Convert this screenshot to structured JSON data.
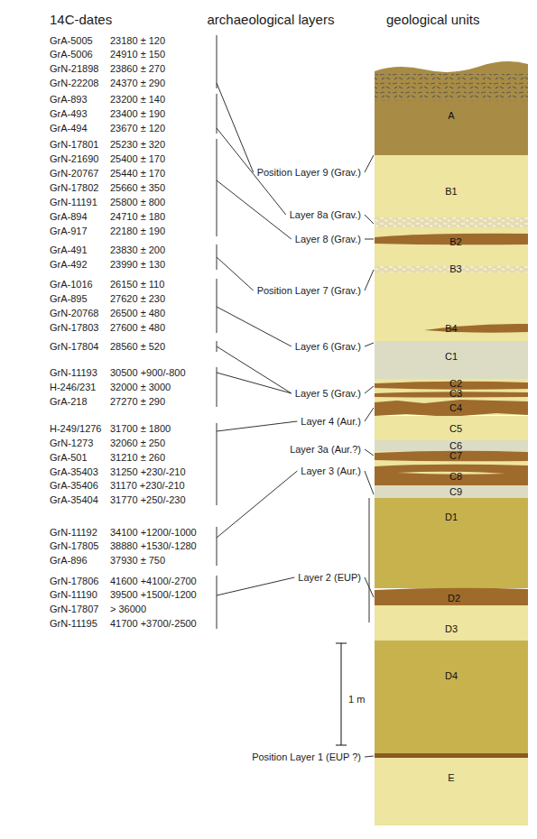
{
  "diagram": {
    "nodes": [
      {
        "text": [
          "A"
        ]
      },
      {
        "text": [
          "B1"
        ]
      },
      {
        "text": [
          "B2"
        ]
      },
      {
        "text": [
          "B3"
        ]
      },
      {
        "text": [
          "B4"
        ]
      },
      {
        "text": [
          "C1"
        ]
      },
      {
        "text": [
          "C2"
        ]
      },
      {
        "text": [
          "C3"
        ]
      },
      {
        "text": [
          "C4"
        ]
      },
      {
        "text": [
          "C5"
        ]
      },
      {
        "text": [
          "C6"
        ]
      },
      {
        "text": [
          "C7"
        ]
      },
      {
        "text": [
          "C8"
        ]
      },
      {
        "text": [
          "C9"
        ]
      },
      {
        "text": [
          "D1"
        ]
      },
      {
        "text": [
          "D2"
        ]
      },
      {
        "text": [
          "D3"
        ]
      },
      {
        "text": [
          "D4"
        ]
      },
      {
        "text": [
          "E"
        ]
      }
    ],
    "labels": [
      "14C-dates",
      "archaeological layers",
      "geological units",
      "GrA-5005",
      "23180 ± 120",
      "GrA-5006",
      "24910 ± 150",
      "GrN-21898",
      "23860 ± 270",
      "GrN-22208",
      "24370 ± 290",
      "GrA-893",
      "23200 ± 140",
      "GrA-493",
      "23400 ± 190",
      "GrA-494",
      "23670 ± 120",
      "GrN-17801",
      "25230 ± 320",
      "GrN-21690",
      "25400 ± 170",
      "GrN-20767",
      "25440 ± 170",
      "GrN-17802",
      "25660 ± 350",
      "GrN-11191",
      "25800 ± 800",
      "GrA-894",
      "24710 ± 180",
      "GrA-917",
      "22180 ± 190",
      "GrA-491",
      "23830 ± 200",
      "GrA-492",
      "23990 ± 130",
      "GrA-1016",
      "26150 ± 110",
      "GrA-895",
      "27620 ± 230",
      "GrN-20768",
      "26500 ± 480",
      "GrN-17803",
      "27600 ± 480",
      "GrN-17804",
      "28560 ± 520",
      "GrN-11193",
      "30500 +900/-800",
      "H-246/231",
      "32000 ± 3000",
      "GrA-218",
      "27270 ± 290",
      "H-249/1276",
      "31700 ± 1800",
      "GrN-1273",
      "32060 ± 250",
      "GrA-501",
      "31210 ± 260",
      "GrA-35403",
      "31250 +230/-210",
      "GrA-35406",
      "31170 +230/-210",
      "GrA-35404",
      "31770 +250/-230",
      "GrN-11192",
      "34100 +1200/-1000",
      "GrN-17805",
      "38880 +1530/-1280",
      "GrA-896",
      "37930 ± 750",
      "GrN-17806",
      "41600 +4100/-2700",
      "GrN-11190",
      "39500 +1500/-1200",
      "GrN-17807",
      "> 36000",
      "GrN-11195",
      "41700 +3700/-2500",
      "Position Layer 9 (Grav.)",
      "Layer 8a (Grav.)",
      "Layer 8 (Grav.)",
      "Position Layer 7 (Grav.)",
      "Layer 6 (Grav.)",
      "Layer 5 (Grav.)",
      "Layer 4 (Aur.)",
      "Layer 3a (Aur.?)",
      "Layer 3 (Aur.)",
      "Layer 2 (EUP)",
      "Position Layer 1 (EUP ?)",
      "1 m"
    ]
  }
}
